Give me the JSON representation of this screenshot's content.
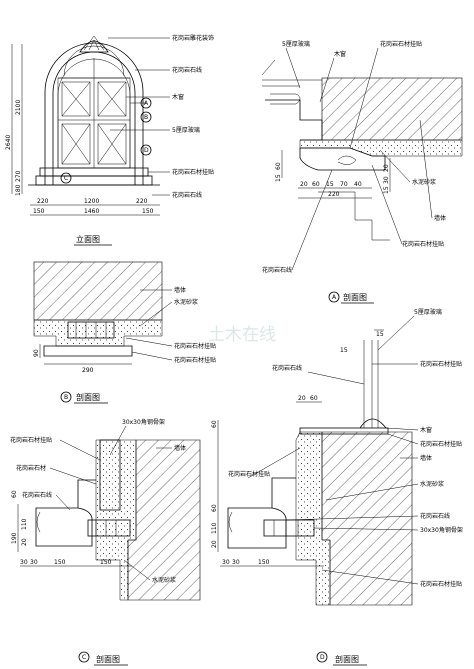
{
  "elevation": {
    "title": "立面图",
    "labels": [
      "花岗岩雕花装饰",
      "花岗岩石线",
      "木窗",
      "5厘厚玻璃",
      "花岗岩石材挂贴",
      "花岗岩石线"
    ],
    "bubbles": [
      "A",
      "B",
      "D",
      "C"
    ],
    "dims_left": [
      "2640",
      "2100",
      "270",
      "180"
    ],
    "dims_bottom_top": [
      "220",
      "1200",
      "220"
    ],
    "dims_bottom_low": [
      "150",
      "1460",
      "150"
    ]
  },
  "sectionA": {
    "title": "剖面图",
    "tag": "A",
    "labels": [
      "5厘厚玻璃",
      "木窗",
      "花岗岩石材挂贴",
      "水泥砂浆",
      "墙体",
      "花岗岩石材挂贴",
      "花岗岩石线"
    ],
    "dims_left": [
      "60",
      "15"
    ],
    "dims_bottom": [
      "20",
      "60",
      "15",
      "70",
      "40"
    ],
    "dim_total": "220",
    "dims_right": [
      "20",
      "30",
      "15"
    ]
  },
  "sectionB": {
    "title": "剖面图",
    "tag": "B",
    "labels": [
      "墙体",
      "水泥砂浆",
      "花岗岩石材挂贴",
      "花岗岩石材挂贴"
    ],
    "dim_left": "90",
    "dim_bottom": "290"
  },
  "sectionC": {
    "title": "剖面图",
    "tag": "C",
    "labels": [
      "30x30角钢骨架",
      "墙体",
      "花岗岩石材挂贴",
      "花岗岩石材",
      "花岗岩石线",
      "水泥砂浆"
    ],
    "dims_left": [
      "190",
      "110",
      "20",
      "60"
    ],
    "dims_bottom": [
      "30",
      "30",
      "150",
      "150"
    ]
  },
  "sectionD": {
    "title": "剖面图",
    "tag": "D",
    "labels": [
      "5厘厚玻璃",
      "花岗岩石材挂贴",
      "花岗岩石线",
      "木窗",
      "花岗岩石材挂贴",
      "墙体",
      "花岗岩石材挂贴",
      "水泥砂浆",
      "花岗岩石线",
      "30x30角钢骨架",
      "花岗岩石材挂贴"
    ],
    "dims_top": [
      "20",
      "60"
    ],
    "dims_right": [
      "15",
      "15"
    ],
    "dims_left": [
      "60",
      "110",
      "20",
      "60"
    ],
    "dims_bottom": [
      "30",
      "30",
      "150"
    ]
  },
  "watermark": "土木在线"
}
